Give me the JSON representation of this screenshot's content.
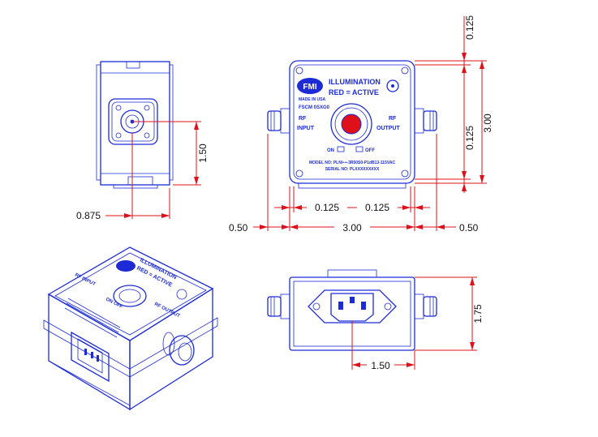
{
  "dimensions": {
    "top_gap": "0.125",
    "mid_gap": "0.125",
    "height": "3.00",
    "side_height": "1.50",
    "side_depth": "0.875",
    "left_inner": "0.125",
    "right_inner": "0.125",
    "left_outer": "0.50",
    "width": "3.00",
    "right_outer": "0.50",
    "back_height": "1.75",
    "back_width": "1.50"
  },
  "front_labels": {
    "brand": "FMI",
    "title": "ILLUMINATION",
    "subtitle": "RED = ACTIVE",
    "made_in": "MADE IN USA",
    "part": "FSCM 0SXG0",
    "rf_left_1": "RF",
    "rf_left_2": "INPUT",
    "rf_right_1": "RF",
    "rf_right_2": "OUTPUT",
    "on": "ON",
    "off": "OFF",
    "model": "MODEL NO: PLN/•-•-3R50S0-P1dB13-115VAC",
    "serial": "SERIAL NO: PLXXXXXXXXX"
  },
  "iso_labels": {
    "title": "ILLUMINATION",
    "subtitle": "RED = ACTIVE",
    "rf_in": "RF INPUT",
    "rf_out": "RF OUTPUT",
    "onoff": "ON OFF"
  },
  "colors": {
    "drawing": "#1c2bd6",
    "dimension": "#e0101a",
    "logo": "#1c2bd6"
  }
}
